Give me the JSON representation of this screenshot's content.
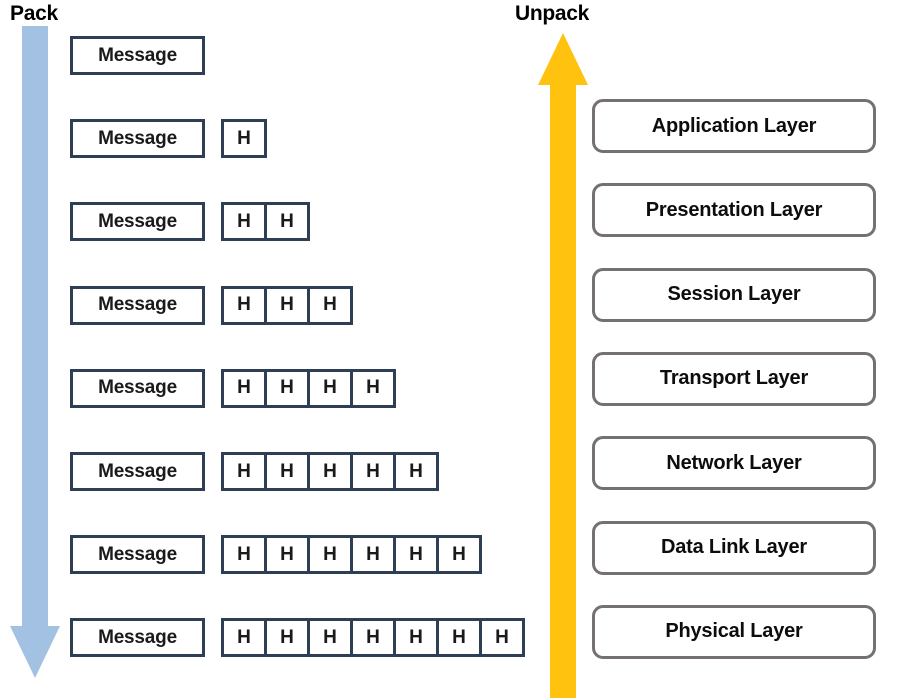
{
  "diagram": {
    "title_left": "Pack",
    "title_right": "Unpack",
    "colors": {
      "pack_arrow": "#a3c2e3",
      "unpack_arrow": "#ffc20e",
      "box_border": "#2e3f55",
      "layer_border": "#767171",
      "text": "#0d0d0d",
      "background": "#ffffff"
    }
  },
  "pack_side": {
    "arrow_direction": "down",
    "message_label": "Message",
    "header_label": "H",
    "rows": [
      {
        "message": "Message",
        "header_count": 0,
        "headers": []
      },
      {
        "message": "Message",
        "header_count": 1,
        "headers": [
          "H"
        ]
      },
      {
        "message": "Message",
        "header_count": 2,
        "headers": [
          "H",
          "H"
        ]
      },
      {
        "message": "Message",
        "header_count": 3,
        "headers": [
          "H",
          "H",
          "H"
        ]
      },
      {
        "message": "Message",
        "header_count": 4,
        "headers": [
          "H",
          "H",
          "H",
          "H"
        ]
      },
      {
        "message": "Message",
        "header_count": 5,
        "headers": [
          "H",
          "H",
          "H",
          "H",
          "H"
        ]
      },
      {
        "message": "Message",
        "header_count": 6,
        "headers": [
          "H",
          "H",
          "H",
          "H",
          "H",
          "H"
        ]
      },
      {
        "message": "Message",
        "header_count": 7,
        "headers": [
          "H",
          "H",
          "H",
          "H",
          "H",
          "H",
          "H"
        ]
      }
    ]
  },
  "unpack_side": {
    "arrow_direction": "up",
    "layers": [
      {
        "label": "Application Layer"
      },
      {
        "label": "Presentation Layer"
      },
      {
        "label": "Session Layer"
      },
      {
        "label": "Transport Layer"
      },
      {
        "label": "Network Layer"
      },
      {
        "label": "Data Link Layer"
      },
      {
        "label": "Physical Layer"
      }
    ]
  }
}
